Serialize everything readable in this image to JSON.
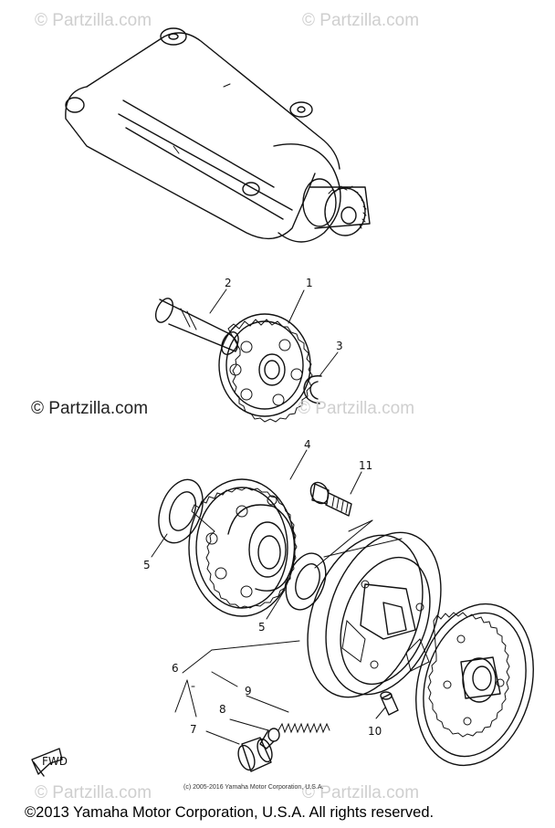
{
  "watermarks": {
    "top_left": "© Partzilla.com",
    "top_right": "© Partzilla.com",
    "middle_left": "© Partzilla.com",
    "middle_right": "© Partzilla.com",
    "bottom_left": "© Partzilla.com",
    "bottom_right": "© Partzilla.com"
  },
  "small_copyright": "(c) 2005-2016 Yamaha Motor Corporation, U.S.A.",
  "footer_copyright": "©2013 Yamaha Motor Corporation, U.S.A. All rights reserved.",
  "callouts": [
    "1",
    "2",
    "3",
    "4",
    "5",
    "5",
    "6",
    "7",
    "8",
    "9",
    "10",
    "11"
  ],
  "direction_badge": "FWD"
}
